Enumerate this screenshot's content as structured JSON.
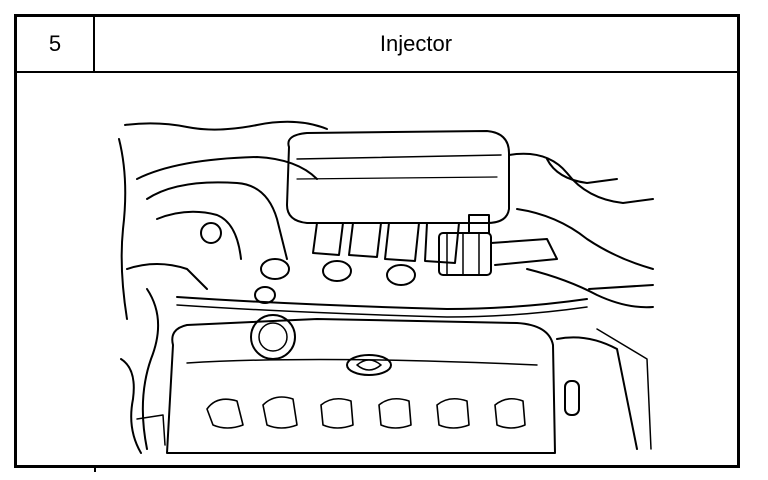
{
  "step": {
    "number": "5",
    "title": "Injector"
  },
  "figure": {
    "subject": "engine-bay-line-drawing",
    "line_color": "#000000",
    "background": "#ffffff"
  }
}
